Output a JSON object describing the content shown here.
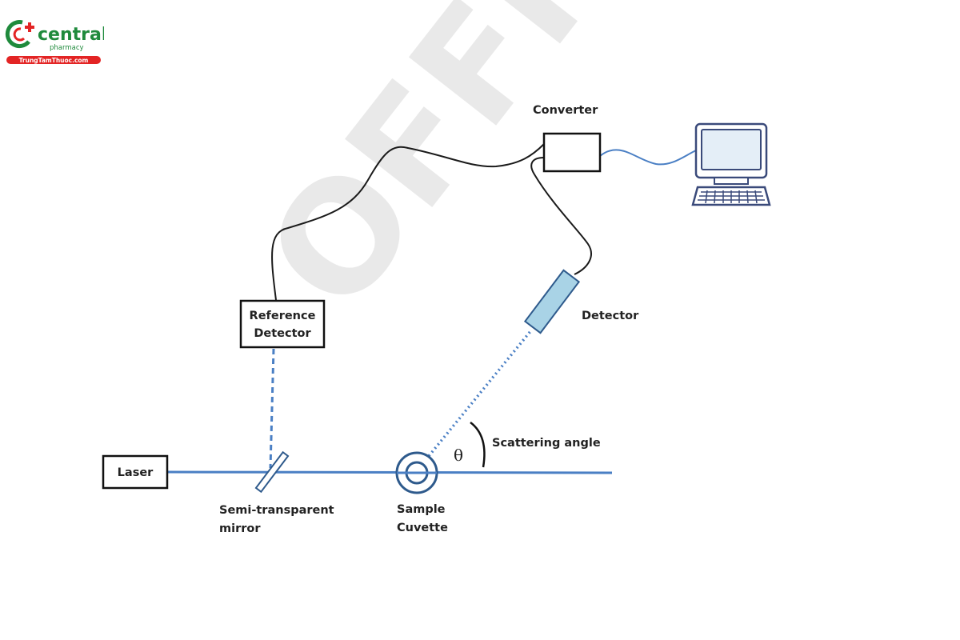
{
  "logo": {
    "brand": "central",
    "sub": "pharmacy",
    "url": "TrungTamThuoc.com",
    "colors": {
      "green": "#1f8a3c",
      "red": "#e32424"
    }
  },
  "watermark": {
    "text": "OFFIC"
  },
  "diagram": {
    "title": "Light scattering measurement setup",
    "components": {
      "laser": "Laser",
      "mirror": [
        "Semi-transparent",
        "mirror"
      ],
      "reference_detector": [
        "Reference",
        "Detector"
      ],
      "sample": [
        "Sample",
        "Cuvette"
      ],
      "detector": "Detector",
      "converter": "Converter",
      "computer": "Computer"
    },
    "angle": {
      "symbol": "θ",
      "label": "Scattering angle"
    },
    "colors": {
      "beam": "#4a7fc4",
      "detector_fill": "#a9d3e6",
      "detector_stroke": "#2e5a8c",
      "computer_stroke": "#3a4a7a",
      "computer_screen": "#e4eef7",
      "cable": "#1a1a1a"
    }
  }
}
